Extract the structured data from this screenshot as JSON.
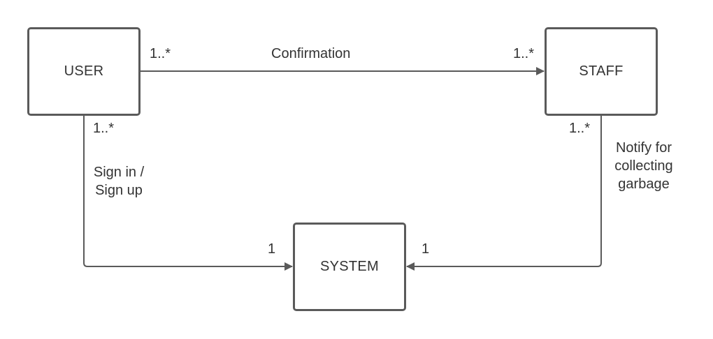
{
  "entities": {
    "user": "USER",
    "staff": "STAFF",
    "system": "SYSTEM"
  },
  "relations": {
    "user_staff": {
      "label": "Confirmation",
      "user_multiplicity": "1..*",
      "staff_multiplicity": "1..*"
    },
    "user_system": {
      "label_line1": "Sign in /",
      "label_line2": "Sign up",
      "user_multiplicity": "1..*",
      "system_multiplicity": "1"
    },
    "staff_system": {
      "label_line1": "Notify for",
      "label_line2": "collecting",
      "label_line3": "garbage",
      "staff_multiplicity": "1..*",
      "system_multiplicity": "1"
    }
  },
  "colors": {
    "stroke": "#5a5a5a",
    "text": "#333333",
    "background": "#ffffff"
  }
}
